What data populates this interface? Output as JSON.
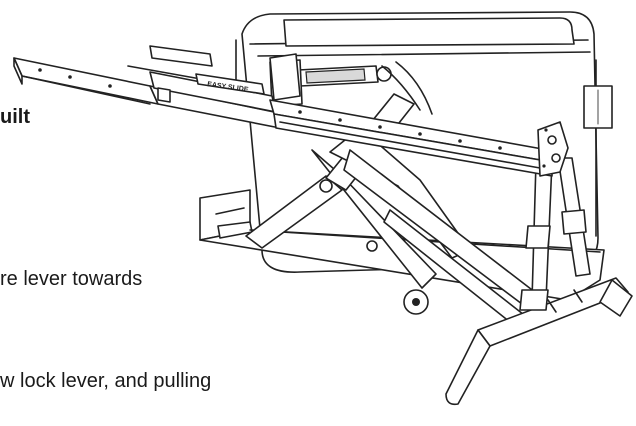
{
  "texts": {
    "fragment_top": "uilt",
    "fragment_middle": "re lever towards",
    "fragment_bottom": "w lock lever, and pulling"
  },
  "slide_label": "EASY SLIDE",
  "colors": {
    "line": "#222222",
    "background": "#ffffff"
  }
}
